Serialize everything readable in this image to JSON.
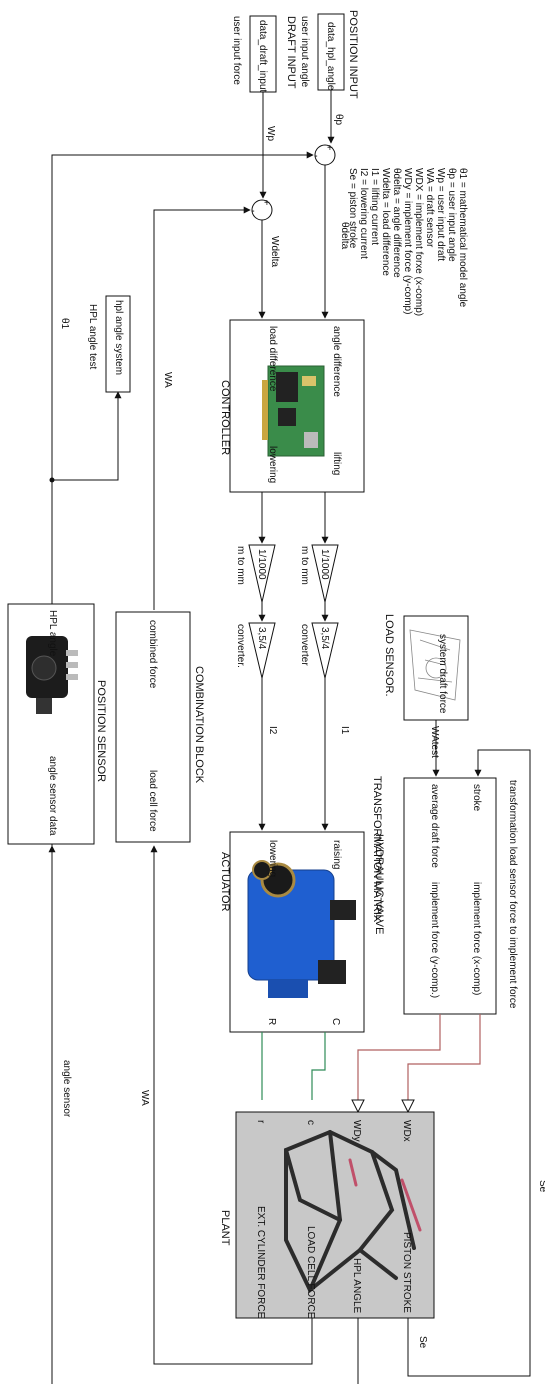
{
  "position_input": {
    "title": "POSITION INPUT",
    "block_label": "data_hpl_angle",
    "caption": "user input angle",
    "signal": "θp"
  },
  "draft_input": {
    "title": "DRAFT INPUT",
    "block_label": "data_draft_input",
    "caption": "user input force",
    "signal": "Wp"
  },
  "legend": [
    "θ1 = mathematical model angle",
    "θp = user input angle",
    "Wp = user input draft",
    "WA = draft sensor",
    "WDX = implement forxe (x-comp)",
    "WDy = implement force (y-comp)",
    "θdelta = angle difference",
    "Wdelta = load difference",
    "I1 = lifting current",
    "I2 = lowering current",
    "Se = piston stroke"
  ],
  "sum_blocks": {
    "plus": "+",
    "minus": "-"
  },
  "signals": {
    "theta_delta": "θdelta",
    "w_delta": "Wdelta",
    "theta1": "θ1",
    "wa": "WA",
    "wa_test": "WAtest",
    "i1": "I1",
    "i2": "I2",
    "se": "Se",
    "angle_sensor": "angle sensor"
  },
  "hpl_test": {
    "block_label": "hpl angle system",
    "caption": "HPL angle test"
  },
  "controller": {
    "title": "CONTROLLER",
    "in_angle": "angle difference",
    "in_load": "load difference",
    "out_lifting": "lifting",
    "out_lowering": "lowering"
  },
  "gains": {
    "g1": "1/1000",
    "g1_caption": "m to mm",
    "g2": "1/1000",
    "g2_caption": "m to mm",
    "g3": "3,5/4",
    "g3_caption": "converter",
    "g4": "3,5/4",
    "g4_caption": "converter."
  },
  "load_sensor": {
    "title": "LOAD SENSOR.",
    "port": "system draft force"
  },
  "transformation": {
    "title": "TRANSFORMATION MATRIX",
    "subtitle": "transformation load sensor force to implement force",
    "in_stroke": "stroke",
    "in_avg": "average draft force",
    "out_x": "implement force (x-comp)",
    "out_y": "implement force (y-comp.)"
  },
  "actuator": {
    "title": "ACTUATOR",
    "subtitle": "HYDRAULIC VALVE",
    "in_raising": "raising",
    "in_lowering": "lowering",
    "out_c": "C",
    "out_r": "R"
  },
  "combination": {
    "title": "COMBINATION BLOCK",
    "in_label": "load cell force",
    "out_label": "combined force"
  },
  "position_sensor": {
    "title": "POSITION SENSOR",
    "in_label": "angle sensor data",
    "out_label": "HPL angle"
  },
  "plant": {
    "title": "PLANT",
    "in_wdx": "WDx",
    "in_wdy": "WDy",
    "in_c": "c",
    "in_r": "r",
    "out_piston": "PISTON STROKE",
    "out_hpl": "HPL ANGLE",
    "out_load": "LOAD CELL FORCE",
    "out_ext": "EXT. CYLINDER FORCE"
  },
  "colors": {
    "line": "#111111",
    "green_line": "#2e8b57",
    "red_line": "#b06060",
    "plant_fill": "#c8c8c8",
    "card_blue": "#2a6fc9",
    "card_green": "#3a8c4a",
    "valve_blue": "#1f5fd0"
  }
}
